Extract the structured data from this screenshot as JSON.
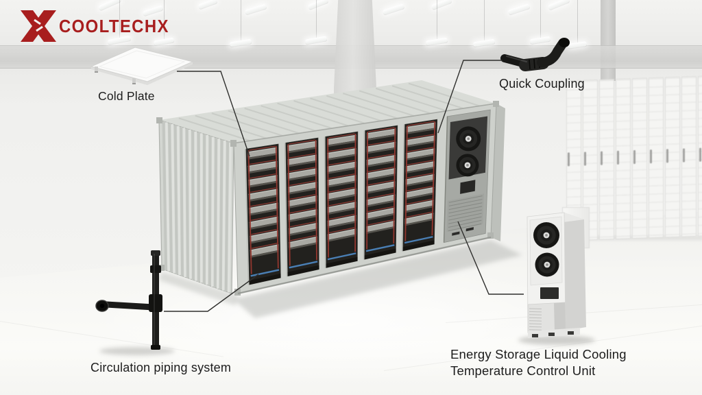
{
  "brand": {
    "mark": "X",
    "name": "COOLTECHX",
    "color": "#a81e1e"
  },
  "callouts": {
    "cold_plate": {
      "label": "Cold Plate"
    },
    "quick_coupling": {
      "label": "Quick Coupling"
    },
    "circulation_piping": {
      "label": "Circulation piping system"
    },
    "temperature_control_unit": {
      "label_line1": "Energy Storage Liquid Cooling",
      "label_line2": "Temperature Control Unit"
    }
  },
  "scene": {
    "container": {
      "rack_bays": 5,
      "modules_per_bay": 8,
      "cooling_fans": 2,
      "body_color": "#d6d9d4",
      "bay_interior_color": "#22211e",
      "hot_pipe_color": "#9a4038",
      "cold_pipe_color": "#4a7fb5"
    },
    "temperature_control_unit": {
      "fans": 2,
      "body_color": "#f2f2f0"
    },
    "background": {
      "rack_doors": 9,
      "ceiling_lights": 17
    }
  }
}
